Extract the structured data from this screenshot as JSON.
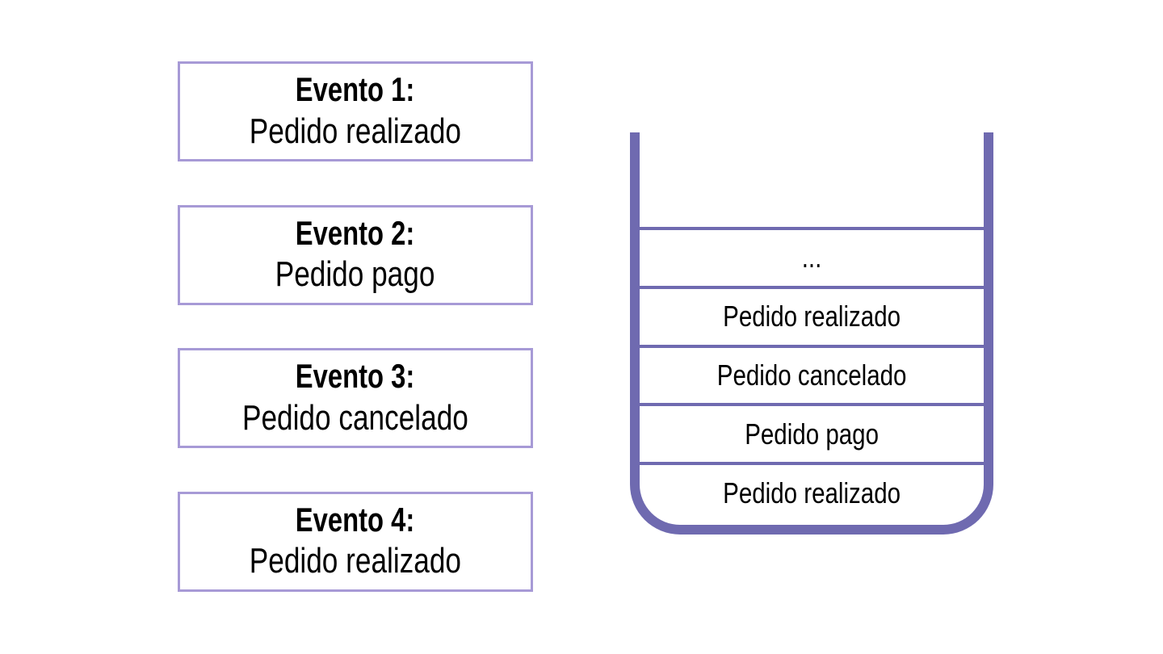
{
  "events": [
    {
      "title": "Evento 1:",
      "name": "Pedido realizado"
    },
    {
      "title": "Evento 2:",
      "name": "Pedido pago"
    },
    {
      "title": "Evento 3:",
      "name": "Pedido cancelado"
    },
    {
      "title": "Evento 4:",
      "name": "Pedido realizado"
    }
  ],
  "stack": {
    "items": [
      "...",
      "Pedido realizado",
      "Pedido cancelado",
      "Pedido pago",
      "Pedido realizado"
    ]
  },
  "colors": {
    "event_border": "#a79ad6",
    "stack_border": "#6f6ab0"
  }
}
